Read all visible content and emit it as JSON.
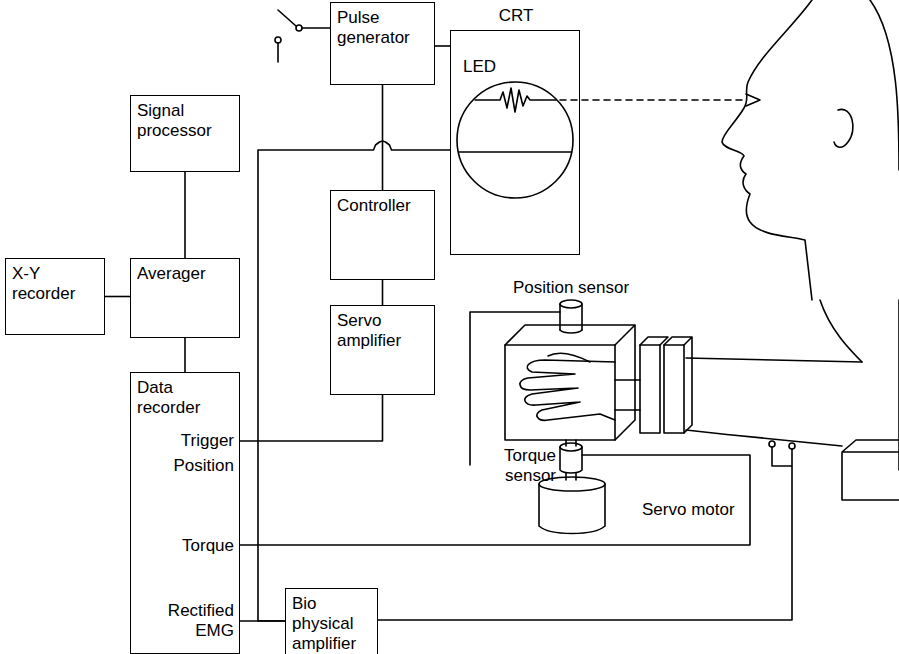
{
  "diagram": {
    "nodes": [
      {
        "text": [
          "Pulse generator"
        ]
      },
      {
        "text": [
          "CRT",
          "LED"
        ]
      },
      {
        "text": [
          "Signal processor"
        ]
      },
      {
        "text": [
          "X-Y recorder"
        ]
      },
      {
        "text": [
          "Averager"
        ]
      },
      {
        "text": [
          "Controller"
        ]
      },
      {
        "text": [
          "Servo amplifier"
        ]
      },
      {
        "text": [
          "Data recorder",
          "Trigger",
          "Position",
          "Torque",
          "Rectified EMG"
        ]
      },
      {
        "text": [
          "Bio physical amplifier"
        ]
      }
    ],
    "edges": [
      {
        "from": 0,
        "to": 1,
        "arrow": "none"
      },
      {
        "from": 0,
        "to": 5,
        "arrow": "none"
      },
      {
        "from": 5,
        "to": 6,
        "arrow": "none"
      },
      {
        "from": 2,
        "to": 4,
        "arrow": "none"
      },
      {
        "from": 3,
        "to": 4,
        "arrow": "none"
      },
      {
        "from": 4,
        "to": 7,
        "arrow": "none"
      },
      {
        "from": 6,
        "to": 7,
        "arrow": "none"
      },
      {
        "from": 8,
        "to": 7,
        "arrow": "none"
      },
      {
        "from": 8,
        "to": 1,
        "arrow": "none"
      }
    ],
    "labels": [
      "Position sensor",
      "Torque sensor",
      "Servo motor"
    ]
  }
}
